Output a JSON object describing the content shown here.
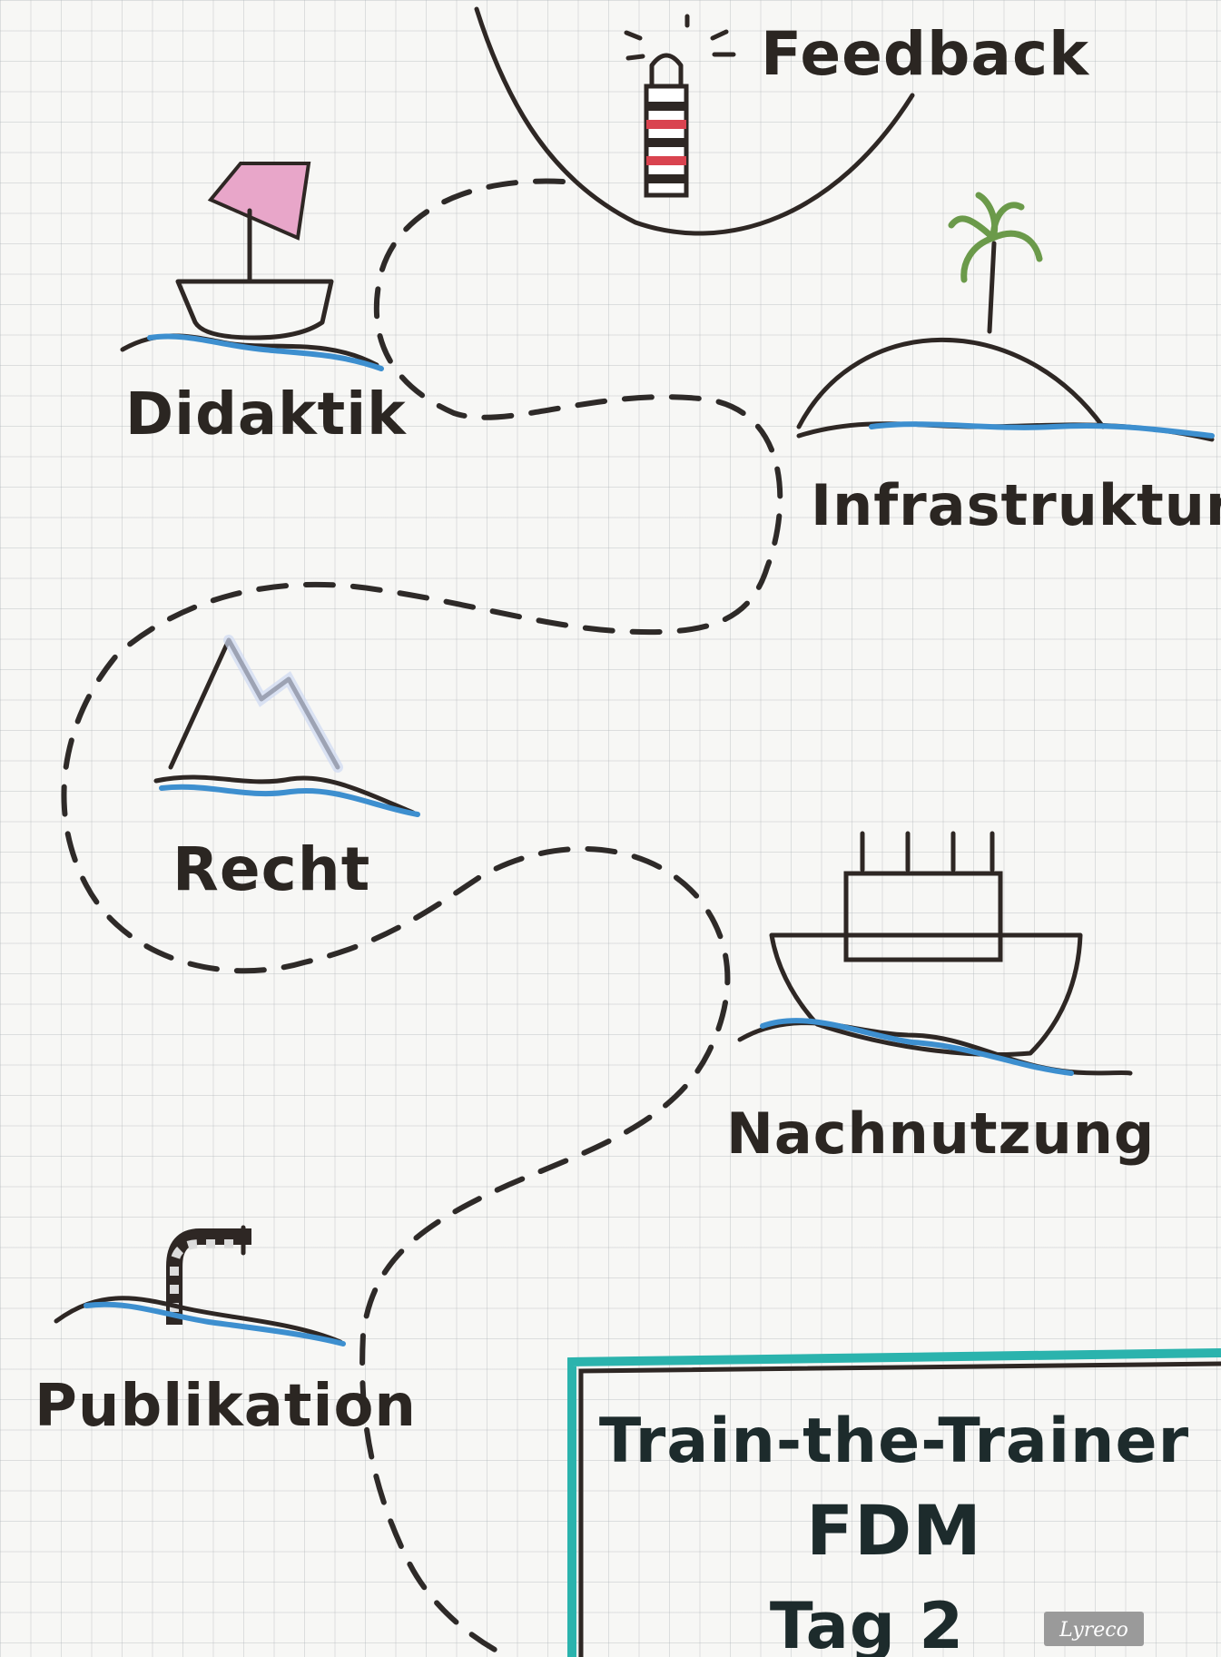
{
  "stations": {
    "feedback": "Feedback",
    "didaktik": "Didaktik",
    "infrastruktur": "Infrastruktur",
    "recht": "Recht",
    "nachnutzung": "Nachnutzung",
    "publikation": "Publikation"
  },
  "title_box": {
    "line1": "Train-the-Trainer",
    "line2": "FDM",
    "line3": "Tag 2"
  },
  "logo": "Lyreco",
  "colors": {
    "ink": "#2e2724",
    "water": "#3d8fcf",
    "frame_accent": "#2bb3ad",
    "flag": "#e8a6c9",
    "lighthouse_red": "#d9434f",
    "palm": "#6b9a4a"
  }
}
